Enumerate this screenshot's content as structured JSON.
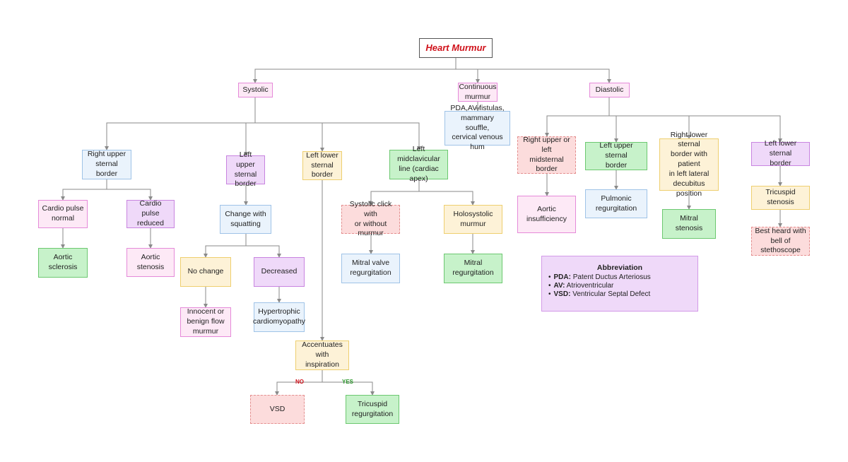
{
  "title": "Heart Murmur",
  "colors": {
    "title": "#d0121b",
    "no_label": "#d0121b",
    "yes_label": "#2e9a2e",
    "connector": "#8a8a8a"
  },
  "nodes": {
    "systolic": "Systolic",
    "continuous": "Continuous\nmurmur",
    "diastolic": "Diastolic",
    "pda_fistulas": "PDA,AV fistulas,\nmammary souffle,\ncervical venous hum",
    "right_upper": "Right upper\nsternal border",
    "left_upper": "Left upper\nsternal\nborder",
    "left_lower": "Left lower\nsternal\nborder",
    "left_midclav": "Left midclavicular\nline (cardiac\napex)",
    "cardio_normal": "Cardio pulse\nnormal",
    "cardio_reduced": "Cardio pulse\nreduced",
    "aortic_sclerosis": "Aortic\nsclerosis",
    "aortic_stenosis": "Aortic stenosis",
    "change_squatting": "Change with\nsquatting",
    "no_change": "No change",
    "decreased": "Decreased",
    "innocent": "Innocent or\nbenign flow\nmurmur",
    "hypertrophic": "Hypertrophic\ncardiomyopathy",
    "accentuates": "Accentuates\nwith inspiration",
    "vsd": "VSD",
    "tricuspid_regurg": "Tricuspid\nregurgitation",
    "systolic_click": "Systolic click with\nor without murmur",
    "holosystolic": "Holosystolic\nmurmur",
    "mitral_valve_regurg": "Mitral valve\nregurgitation",
    "mitral_regurg": "Mitral\nregurgitation",
    "right_upper_left_mid": "Right upper or left\nmidsternal border",
    "left_upper_d": "Left upper sternal\nborder",
    "right_lower_patient": "Right lower sternal\nborder with patient\nin left lateral\ndecubitus position",
    "left_lower_d": "Left lower  sternal\nborder",
    "aortic_insufficiency": "Aortic\ninsufficiency",
    "pulmonic_regurg": "Pulmonic\nregurgitation",
    "mitral_stenosis": "Mitral stenosis",
    "tricuspid_stenosis": "Tricuspid\nstenosis",
    "bell_stethoscope": "Best heard with\nbell of\nstethoscope"
  },
  "labels": {
    "no": "NO",
    "yes": "YES"
  },
  "abbreviation": {
    "heading": "Abbreviation",
    "items": [
      {
        "term": "PDA:",
        "text": " Patent Ductus Arteriosus"
      },
      {
        "term": "AV:",
        "text": " Atrioventricular"
      },
      {
        "term": "VSD:",
        "text": " Ventricular Septal Defect"
      }
    ]
  }
}
